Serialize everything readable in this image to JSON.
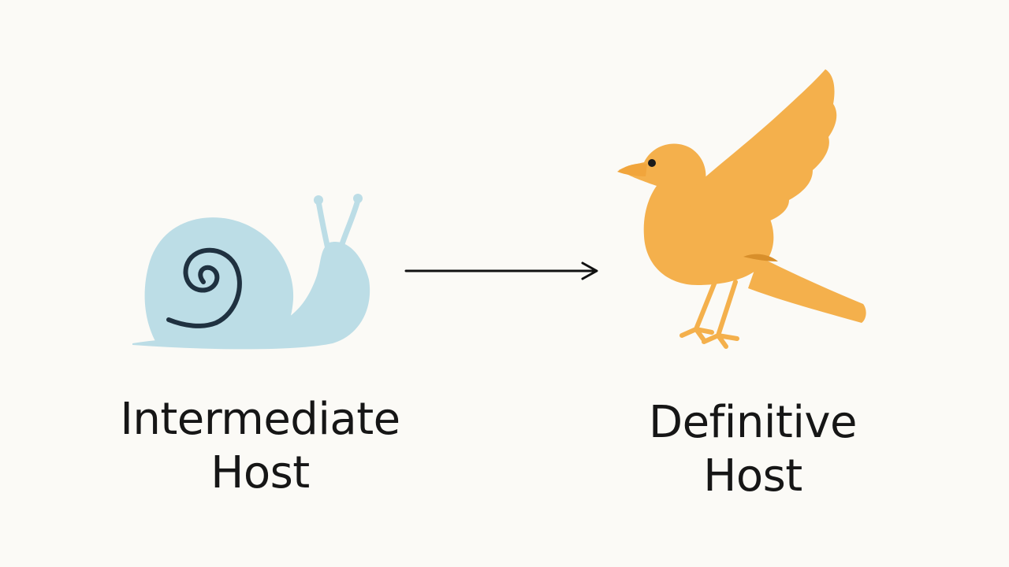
{
  "nodes": [
    {
      "id": "intermediate",
      "label_lines": [
        "Intermediate",
        "Host"
      ],
      "icon": "snail-icon",
      "color": "#bcdde6"
    },
    {
      "id": "definitive",
      "label_lines": [
        "Definitive",
        "Host"
      ],
      "icon": "bird-icon",
      "color": "#f4b04c"
    }
  ],
  "edges": [
    {
      "from": "intermediate",
      "to": "definitive",
      "icon": "arrow-right-icon",
      "color": "#111111"
    }
  ],
  "colors": {
    "background": "#fbfaf6",
    "spiral": "#1f3140",
    "bird_eye": "#1b1b1b",
    "text": "#161616"
  }
}
